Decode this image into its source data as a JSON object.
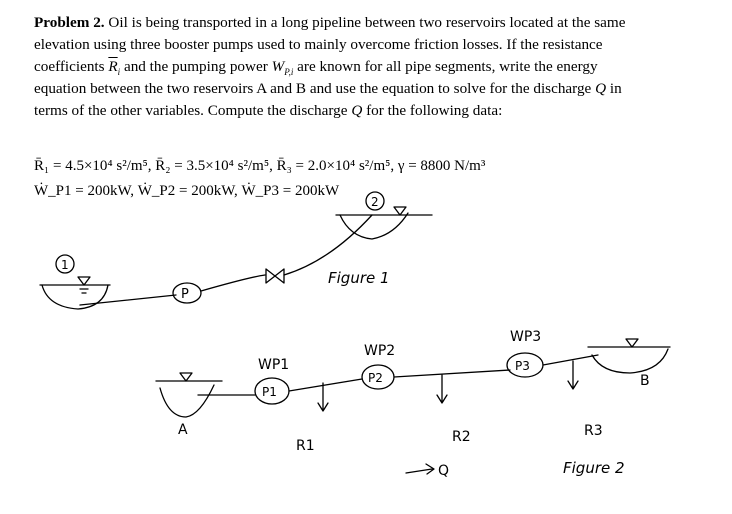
{
  "problem": {
    "label": "Problem 2.",
    "line1": "Oil is being transported in a long pipeline between two reservoirs located at the same",
    "line2": "elevation using three booster pumps used to mainly overcome friction losses. If the resistance",
    "line3a": "coefficients",
    "line3b": "R",
    "line3c": "and the pumping power",
    "line3d": "W",
    "line3e": "are known for all pipe segments, write the energy",
    "line4a": "equation between the two reservoirs A and B and use the equation to solve for the discharge",
    "line4b": "Q",
    "line4c": "in",
    "line5a": "terms of the other variables. Compute the discharge",
    "line5b": "Q",
    "line5c": "for the following data:"
  },
  "equations": {
    "line1": "R̄₁ = 4.5×10⁴ s²/m⁵, R̄₂ = 3.5×10⁴ s²/m⁵, R̄₃ = 2.0×10⁴ s²/m⁵, γ = 8800 N/m³",
    "line2": "Ẇ_P1 = 200kW, Ẇ_P2 = 200kW, Ẇ_P3 = 200kW"
  },
  "figure1": {
    "title": "Figure 1",
    "node1": "1",
    "node2": "2",
    "pump": "P"
  },
  "figure2": {
    "title": "Figure 2",
    "reservoirA": "A",
    "reservoirB": "B",
    "pump1": "P1",
    "pump2": "P2",
    "pump3": "P3",
    "power1": "WP1",
    "power2": "WP2",
    "power3": "WP3",
    "r1": "R1",
    "r2": "R2",
    "r3": "R3",
    "flow": "Q"
  }
}
